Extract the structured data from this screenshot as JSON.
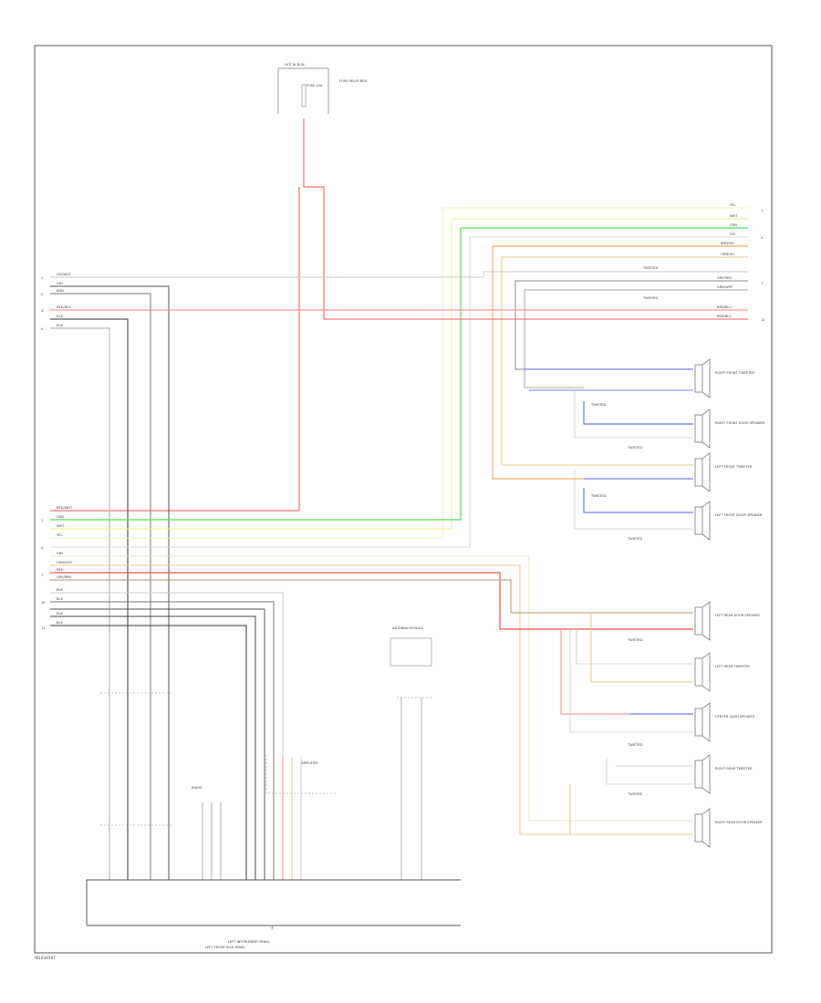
{
  "sheet": {
    "footer_code": "W1234567",
    "top_source": "HOT IN RUN",
    "top_fuse": "FUSE 10A",
    "top_fuse_box": "FUSE RELAY BOX",
    "module_label": "AMPLIFIER",
    "radio_label": "RADIO",
    "ground_symbol": "⏚",
    "bottom_label_1": "LEFT INSTRUMENT PANEL",
    "bottom_label_2": "LEFT FRONT KICK PANEL",
    "antenna_label": "ANTENNA MODULE",
    "upper_wire_labels": [
      "VIO/WHT",
      "GRY",
      "BRN",
      "RED/BLK",
      "BLK",
      "BLK"
    ],
    "lower_wire_labels": [
      "RED/WHT",
      "GRN",
      "WHT",
      "YEL",
      "GRY",
      "GRN/WHT",
      "RED",
      "GRY/BRN",
      "BLK",
      "BLK",
      "BLK",
      "BLK"
    ],
    "right_wire_labels": [
      "YEL",
      "WHT",
      "GRN",
      "VIO",
      "BRN/YEL",
      "ORN/YEL",
      "GRY/RED",
      "GRN/WHT",
      "BRN/BLU",
      "RED/BLU"
    ],
    "twist_label": "TWISTED",
    "right_devices": [
      {
        "label": "RIGHT FRONT TWEETER"
      },
      {
        "label": "RIGHT FRONT DOOR SPEAKER"
      },
      {
        "label": "LEFT FRONT TWEETER"
      },
      {
        "label": "LEFT FRONT DOOR SPEAKER"
      },
      {
        "label": "LEFT REAR DOOR SPEAKER"
      },
      {
        "label": "LEFT REAR TWEETER"
      },
      {
        "label": "CENTER DASH SPEAKER"
      },
      {
        "label": "RIGHT REAR TWEETER"
      },
      {
        "label": "RIGHT REAR DOOR SPEAKER"
      }
    ]
  },
  "colors": {
    "red": "#ff4d4d",
    "pink": "#ff8a8a",
    "green": "#55e055",
    "yellow": "#f2f28a",
    "lightyellow": "#f7f3b8",
    "orange": "#ff9a3c",
    "blue": "#4a5cff",
    "gray": "#b8b8b8",
    "darkgray": "#777777",
    "black": "#333333",
    "tan": "#e6c987",
    "brown": "#b9936b"
  }
}
